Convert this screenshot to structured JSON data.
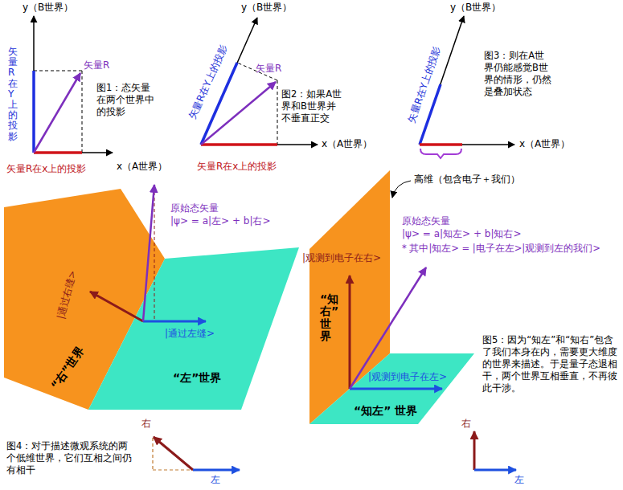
{
  "diagram": {
    "nodes": [
      {
        "text": [
          "“右”世界"
        ]
      },
      {
        "text": [
          "“左”世界"
        ]
      },
      {
        "text": [
          "“知右” 世界"
        ]
      },
      {
        "text": [
          "“知左” 世界"
        ]
      }
    ],
    "labels": [
      "y（B世界）",
      "矢量R在Y上的投影",
      "矢量R",
      "图1：态矢量在两个世界中的投影",
      "矢量R在x上的投影",
      "x（A世界）",
      "y（B世界）",
      "矢量R在Y上的投影",
      "矢量R",
      "图2：如果A世界和B世界并不垂直正交",
      "矢量R在x上的投影",
      "x（A世界）",
      "y（B世界）",
      "矢量R在Y上的投影",
      "图3：则在A世界仍能感觉B世界的情形，仍然是叠加状态",
      "x（A世界）",
      "原始态矢量",
      "|ψ> = a|左> + b|右>",
      "|通过右缝>",
      "|通过左缝>",
      "图4：对于描述微观系统的两个低维世界，它们互相之间仍有相干",
      "右",
      "左",
      "高维（包含电子＋我们）",
      "原始态矢量",
      "|ψ> = a|知左> + b|知右>",
      "* 其中|知左> = |电子在左>|观测到左的我们>",
      "|观测到电子在右>",
      "|观测到电子在左>",
      "图5：因为“知左”和“知右”包含了我们本身在内，需要更大维度的世界来描述。于是量子态退相干，两个世界互相垂直，不再彼此干涉。",
      "右",
      "左"
    ]
  }
}
